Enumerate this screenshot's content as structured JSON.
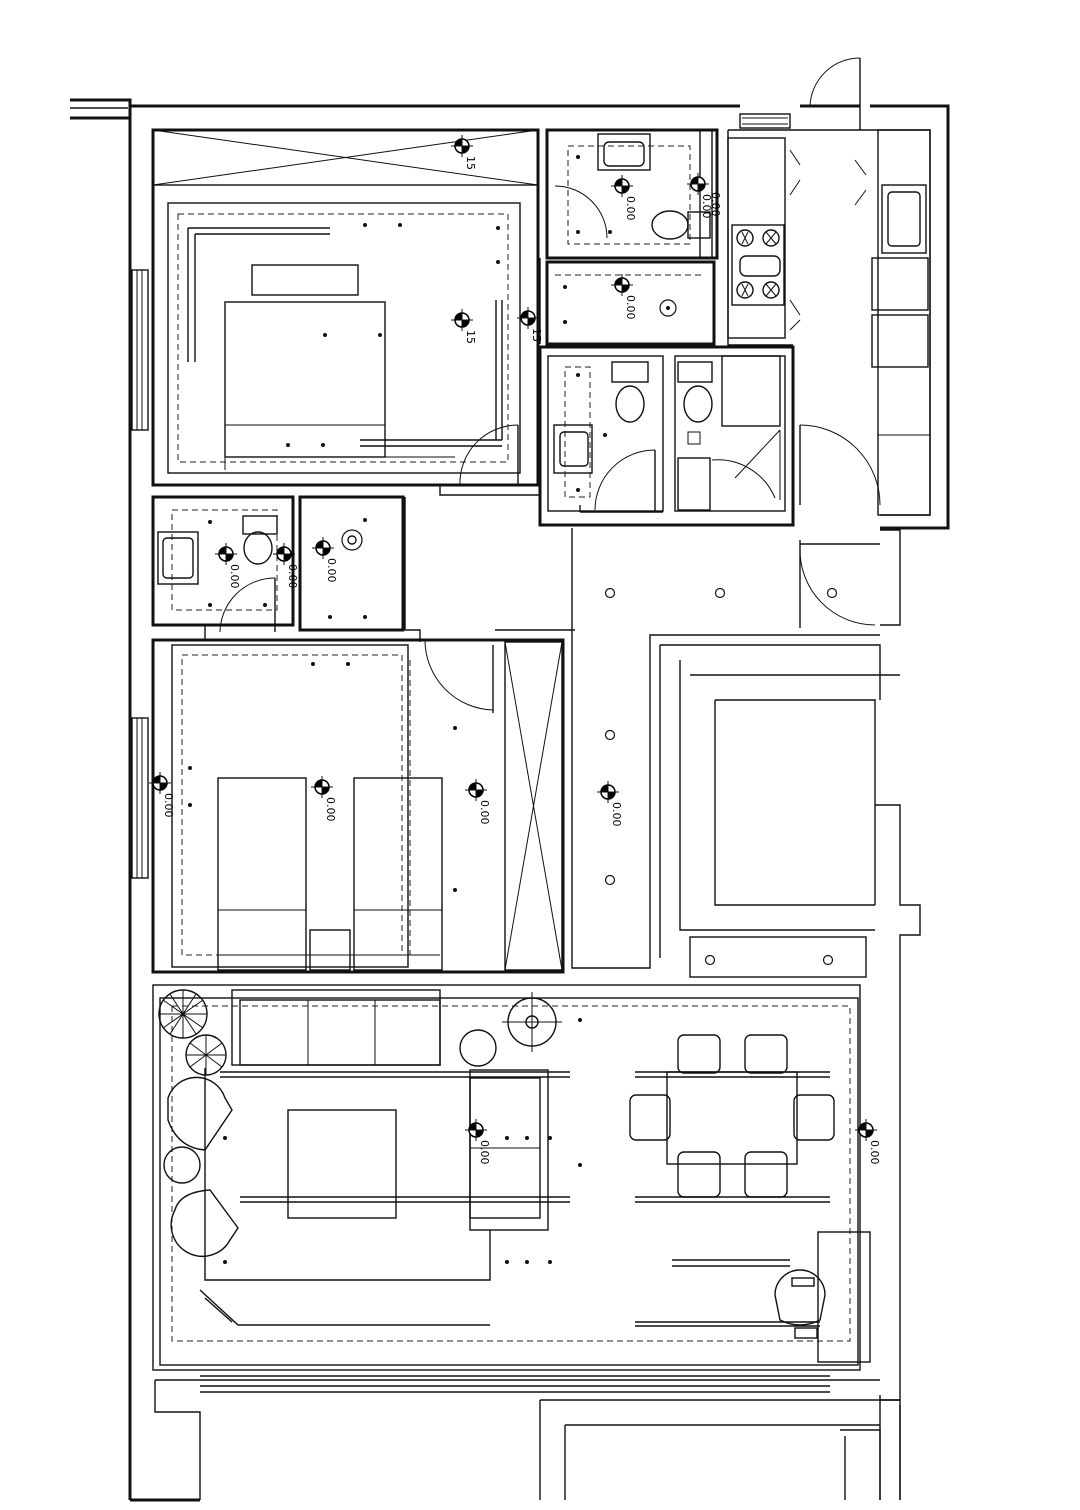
{
  "levels": {
    "l01": "15",
    "l02": "15",
    "l03": "15",
    "l04": "0.00",
    "l05": "0.00",
    "l06": "0.00",
    "l07": "0.00",
    "l08": "0.00",
    "l09": "0.00",
    "l10": "0.00",
    "l11": "0.00",
    "l12": "0.00",
    "l13": "0.00",
    "l14": "0.00",
    "l15": "0.00",
    "l16": "0.00"
  }
}
